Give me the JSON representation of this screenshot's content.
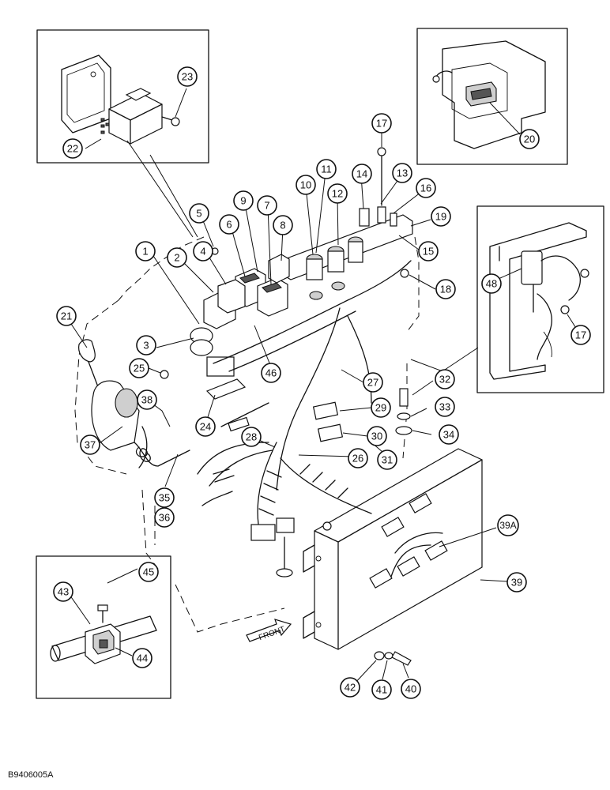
{
  "document_code": "B9406005A",
  "front_label": "FRONT",
  "callouts": [
    "1",
    "2",
    "3",
    "4",
    "5",
    "6",
    "7",
    "8",
    "9",
    "10",
    "11",
    "12",
    "13",
    "14",
    "15",
    "16",
    "17",
    "18",
    "19",
    "20",
    "21",
    "22",
    "23",
    "24",
    "25",
    "26",
    "27",
    "28",
    "29",
    "30",
    "31",
    "32",
    "33",
    "34",
    "35",
    "36",
    "37",
    "38",
    "39",
    "39A",
    "40",
    "41",
    "42",
    "43",
    "44",
    "45",
    "46",
    "48"
  ]
}
